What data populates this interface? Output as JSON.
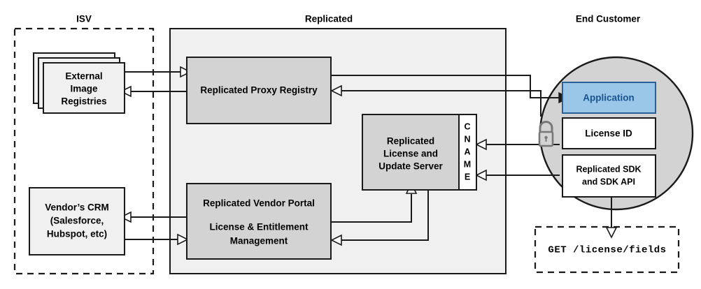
{
  "diagram": {
    "title_isv": "ISV",
    "title_replicated": "Replicated",
    "title_end_customer": "End Customer",
    "colors": {
      "panel_fill": "#f0f0f0",
      "inner_box_fill": "#d3d3d3",
      "application_fill": "#9ac7e8",
      "application_border": "#2a6099",
      "application_text": "#1a5490",
      "circle_fill": "#d3d3d3",
      "line": "#1a1a1a",
      "lock": "#777777"
    },
    "isv": {
      "external_registries": {
        "line1": "External",
        "line2": "Image",
        "line3": "Registries"
      },
      "vendor_crm": {
        "line1": "Vendor’s CRM",
        "line2": "(Salesforce,",
        "line3": "Hubspot, etc)"
      }
    },
    "replicated": {
      "proxy_registry": "Replicated Proxy Registry",
      "license_server": {
        "line1": "Replicated",
        "line2": "License and",
        "line3": "Update Server"
      },
      "cname": {
        "label": "CNAME",
        "letters": [
          "C",
          "N",
          "A",
          "M",
          "E"
        ]
      },
      "vendor_portal": {
        "line1": "Replicated Vendor Portal",
        "line2": "License & Entitlement",
        "line3": "Management"
      }
    },
    "end_customer": {
      "application": "Application",
      "license_id": "License ID",
      "sdk": {
        "line1": "Replicated SDK",
        "line2": "and SDK API"
      },
      "lock_icon": "unlocked-padlock-icon",
      "api_request": "GET /license/fields"
    }
  }
}
